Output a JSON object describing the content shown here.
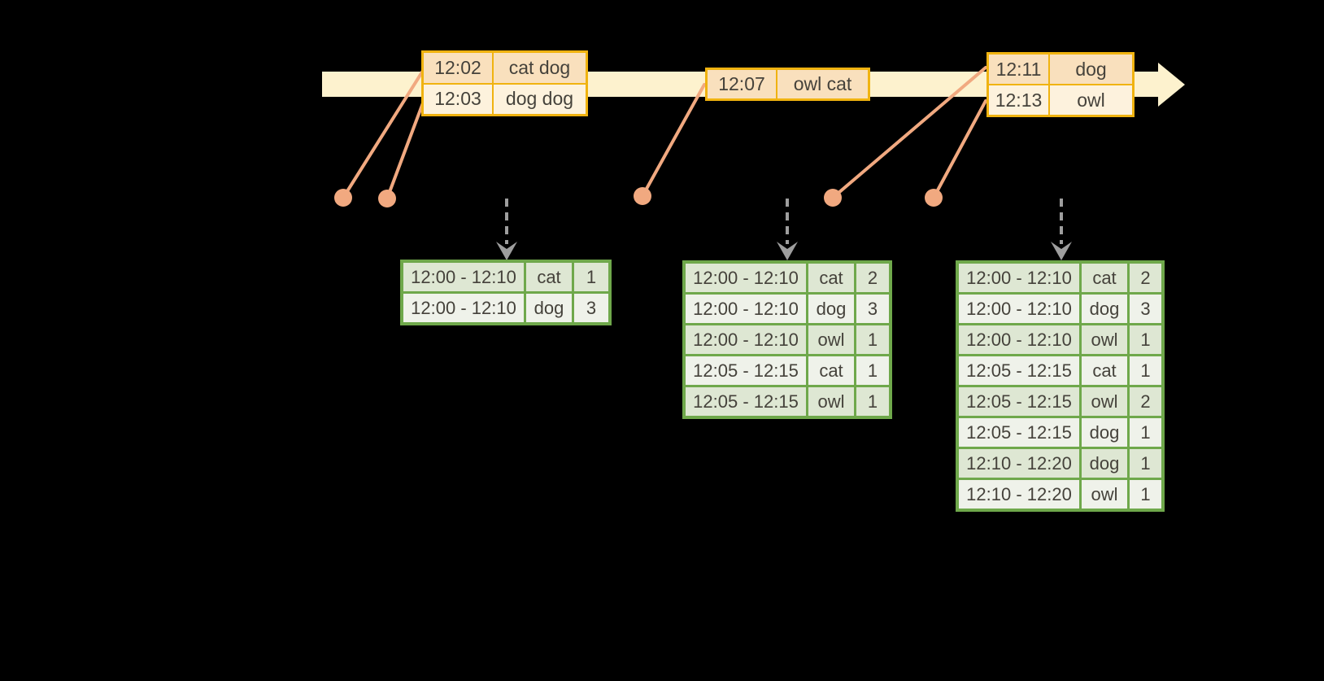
{
  "colors": {
    "gold": "#f0b310",
    "band": "#fdf2ce",
    "peach": "#f9e0bd",
    "cream": "#fdf2dd",
    "salmon": "#f1a980",
    "arrow_gray": "#9e9e9e",
    "green": "#6fa84b",
    "row_odd": "#dee7d3",
    "row_even": "#eff2ea",
    "ink": "#45423b"
  },
  "timeline": {
    "events": [
      {
        "rows": [
          {
            "time": "12:02",
            "words": "cat dog"
          },
          {
            "time": "12:03",
            "words": "dog dog"
          }
        ]
      },
      {
        "rows": [
          {
            "time": "12:07",
            "words": "owl cat"
          }
        ]
      },
      {
        "rows": [
          {
            "time": "12:11",
            "words": "dog"
          },
          {
            "time": "12:13",
            "words": "owl"
          }
        ]
      }
    ]
  },
  "result_tables": [
    {
      "rows": [
        [
          "12:00 - 12:10",
          "cat",
          "1"
        ],
        [
          "12:00 - 12:10",
          "dog",
          "3"
        ]
      ]
    },
    {
      "rows": [
        [
          "12:00 - 12:10",
          "cat",
          "2"
        ],
        [
          "12:00 - 12:10",
          "dog",
          "3"
        ],
        [
          "12:00 - 12:10",
          "owl",
          "1"
        ],
        [
          "12:05 - 12:15",
          "cat",
          "1"
        ],
        [
          "12:05 - 12:15",
          "owl",
          "1"
        ]
      ]
    },
    {
      "rows": [
        [
          "12:00 - 12:10",
          "cat",
          "2"
        ],
        [
          "12:00 - 12:10",
          "dog",
          "3"
        ],
        [
          "12:00 - 12:10",
          "owl",
          "1"
        ],
        [
          "12:05 - 12:15",
          "cat",
          "1"
        ],
        [
          "12:05 - 12:15",
          "owl",
          "2"
        ],
        [
          "12:05 - 12:15",
          "dog",
          "1"
        ],
        [
          "12:10 - 12:20",
          "dog",
          "1"
        ],
        [
          "12:10 - 12:20",
          "owl",
          "1"
        ]
      ]
    }
  ]
}
